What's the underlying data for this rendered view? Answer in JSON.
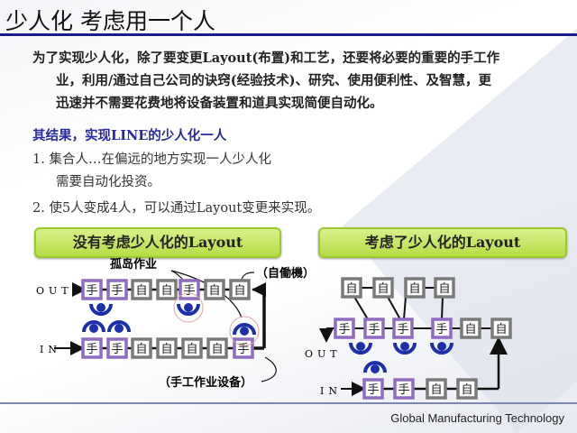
{
  "title": "少人化 考虑用一个人",
  "intro": {
    "line1": "为了实现少人化，除了要变更Layout(布置)和工艺，还要将必要的重要的手工作",
    "line2": "业，利用/通过自己公司的诀窍(经验技术)、研究、使用便利性、及智慧，更",
    "line3": "迅速并不需要花费地将设备装置和道具实现简便自动化。"
  },
  "result_heading": "其结果，实现LINE的少人化一人",
  "items": [
    {
      "line1": "1. 集合人…在偏远的地方实现一人少人化",
      "line2": "需要自动化投资。"
    },
    {
      "line1": "2. 使5人变成4人，可以通过Layout变更来实现。"
    }
  ],
  "left_diagram": {
    "heading": "没有考虑少人化的Layout",
    "out_label": "OUT",
    "in_label": "IN",
    "isolated_label": "孤岛作业",
    "auto_label": "（自働機）",
    "manual_label": "（手工作业设备）",
    "out_row": [
      "手",
      "手",
      "自",
      "自",
      "手",
      "自",
      "自"
    ],
    "in_row": [
      "手",
      "手",
      "自",
      "自",
      "自",
      "自",
      "手"
    ]
  },
  "right_diagram": {
    "heading": "考虑了少人化的Layout",
    "out_label": "OUT",
    "in_label": "IN",
    "top_row": [
      "自",
      "自",
      "自",
      "自"
    ],
    "mid_row": [
      "手",
      "手",
      "手",
      "手",
      "自",
      "自"
    ],
    "in_row": [
      "手",
      "手",
      "自",
      "自"
    ]
  },
  "footer": "Global Manufacturing Technology",
  "colors": {
    "manual": "#8f6cc0",
    "auto": "#7a7a7a",
    "worker": "#1e2fa8",
    "title_line": "#1c1c8c"
  }
}
